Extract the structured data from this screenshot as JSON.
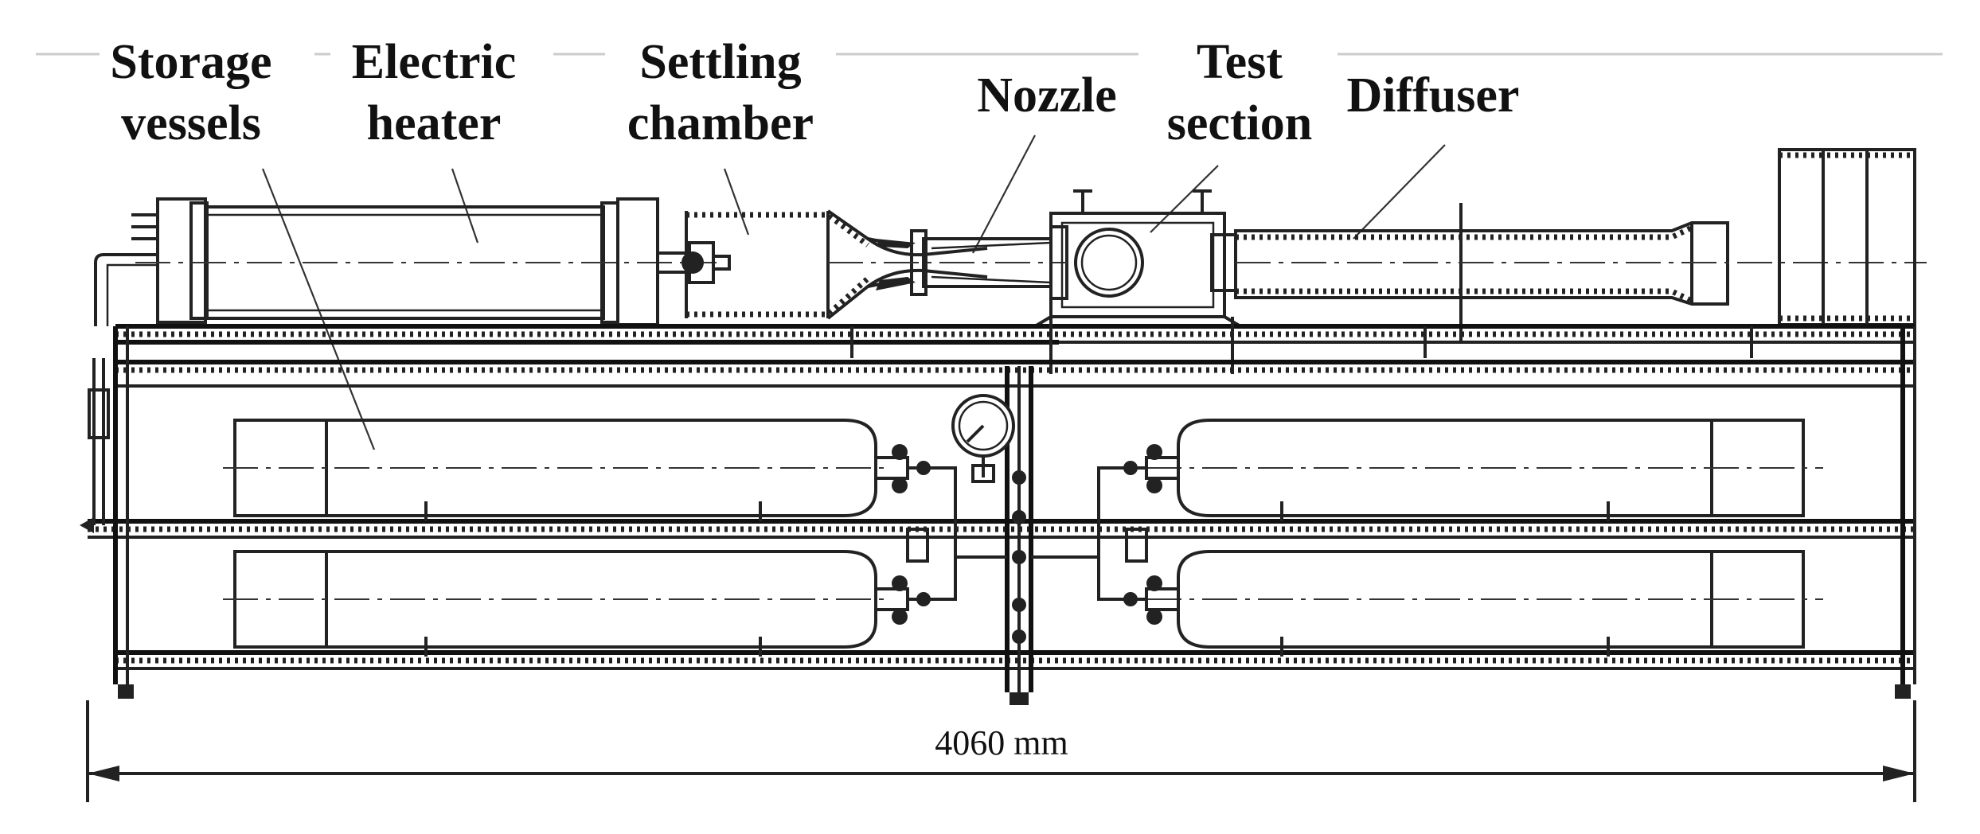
{
  "labels": {
    "storage_line1": "Storage",
    "storage_line2": "vessels",
    "heater_line1": "Electric",
    "heater_line2": "heater",
    "settling_line1": "Settling",
    "settling_line2": "chamber",
    "nozzle": "Nozzle",
    "test_line1": "Test",
    "test_line2": "section",
    "diffuser": "Diffuser"
  },
  "dimension": {
    "overall_length": "4060 mm"
  }
}
